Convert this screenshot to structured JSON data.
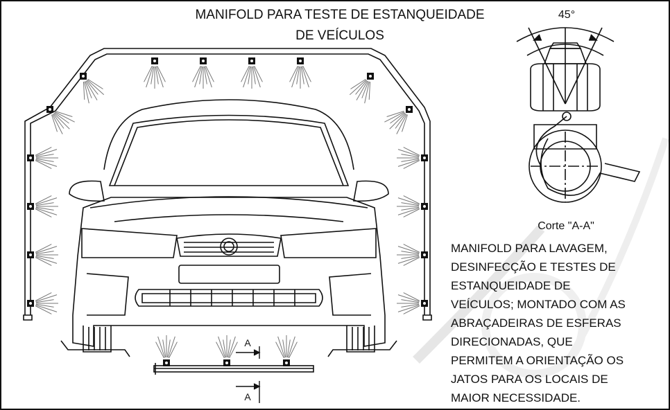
{
  "title_line1": "MANIFOLD PARA TESTE DE ESTANQUEIDADE",
  "title_line2": "DE VEÍCULOS",
  "angle_label": "45°",
  "section_label": "Corte \"A-A\"",
  "section_marker_top": "A",
  "section_marker_bottom": "A",
  "description": [
    "MANIFOLD PARA LAVAGEM,",
    "DESINFECÇÃO E TESTES DE",
    "ESTANQUEIDADE DE",
    "VEÍCULOS; MONTADO COM AS",
    "ABRAÇADEIRAS DE ESFERAS",
    "DIRECIONADAS, QUE",
    "PERMITEM A ORIENTAÇÃO OS",
    "JATOS PARA OS LOCAIS DE",
    "MAIOR NECESSIDADE."
  ]
}
